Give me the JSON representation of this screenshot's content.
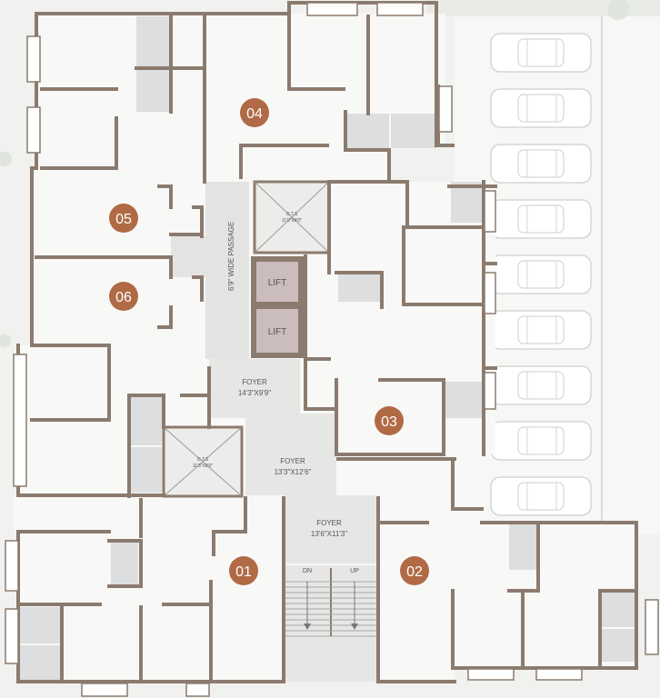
{
  "colors": {
    "wall": "#8b7b6e",
    "floor": "#f5f5f4",
    "room": "#fbfbfb",
    "badge": "#b06a45",
    "badge_text": "#ffffff",
    "wet": "#d9dbdc",
    "common": "#e5e5e3",
    "lift": "#cbbdbd",
    "car": "#ffffff",
    "label": "#555555"
  },
  "units": [
    "01",
    "02",
    "03",
    "04",
    "05",
    "06"
  ],
  "common_areas": {
    "passage": "6'9\" WIDE PASSAGE",
    "lift_1": "LIFT",
    "lift_2": "LIFT",
    "foyer_1_name": "FOYER",
    "foyer_1_size": "14'3\"X9'9\"",
    "foyer_2_name": "FOYER",
    "foyer_2_size": "13'3\"X12'6\"",
    "foyer_3_name": "FOYER",
    "foyer_3_size": "13'6\"X11'3\"",
    "stair_dn": "DN",
    "stair_up": "UP",
    "ots_1": "O.T.S",
    "ots_1_size": "11'0\"X8'0\"",
    "ots_2": "O.T.S",
    "ots_2_size": "11'3\"X8'0\""
  },
  "parking": {
    "car_count": 9,
    "icon": "car-icon"
  }
}
